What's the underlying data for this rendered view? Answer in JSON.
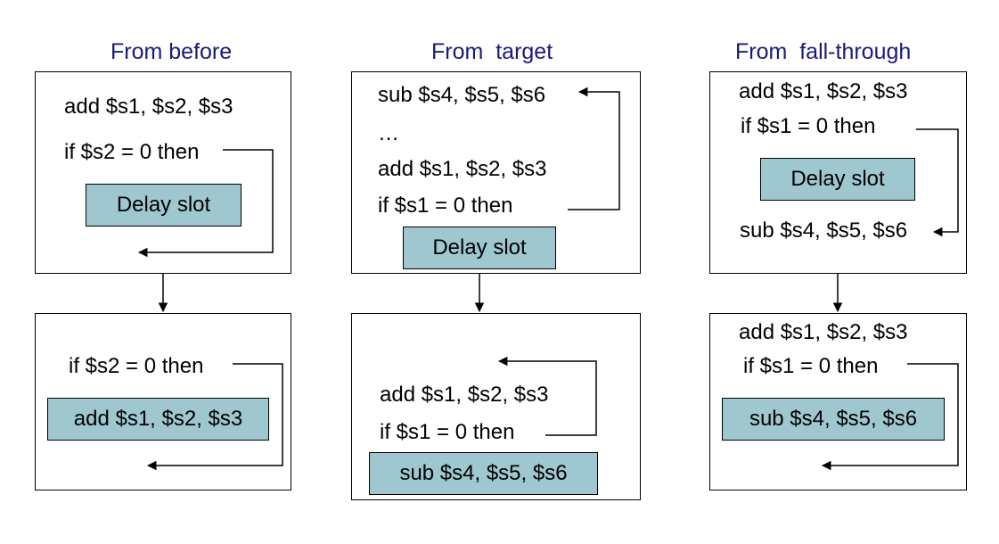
{
  "columns": [
    {
      "title": "From before",
      "top_box": {
        "line1": "add $s1, $s2, $s3",
        "line2": "if $s2 = 0 then",
        "slot": "Delay slot"
      },
      "bottom_box": {
        "line1": "if $s2 = 0 then",
        "slot": "add $s1, $s2, $s3"
      }
    },
    {
      "title": "From  target",
      "top_box": {
        "line1": "sub $s4, $s5, $s6",
        "line2": "…",
        "line3": "add $s1, $s2, $s3",
        "line4": "if $s1 = 0 then",
        "slot": "Delay slot"
      },
      "bottom_box": {
        "line1": "add $s1, $s2, $s3",
        "line2": "if $s1 = 0 then",
        "slot": "sub $s4, $s5, $s6"
      }
    },
    {
      "title": "From  fall-through",
      "top_box": {
        "line1": "add $s1, $s2, $s3",
        "line2": "if $s1 = 0 then",
        "slot": "Delay slot",
        "line3": "sub $s4, $s5, $s6"
      },
      "bottom_box": {
        "line1": "add $s1, $s2, $s3",
        "line2": "if $s1 = 0 then",
        "slot": "sub $s4, $s5, $s6"
      }
    }
  ]
}
